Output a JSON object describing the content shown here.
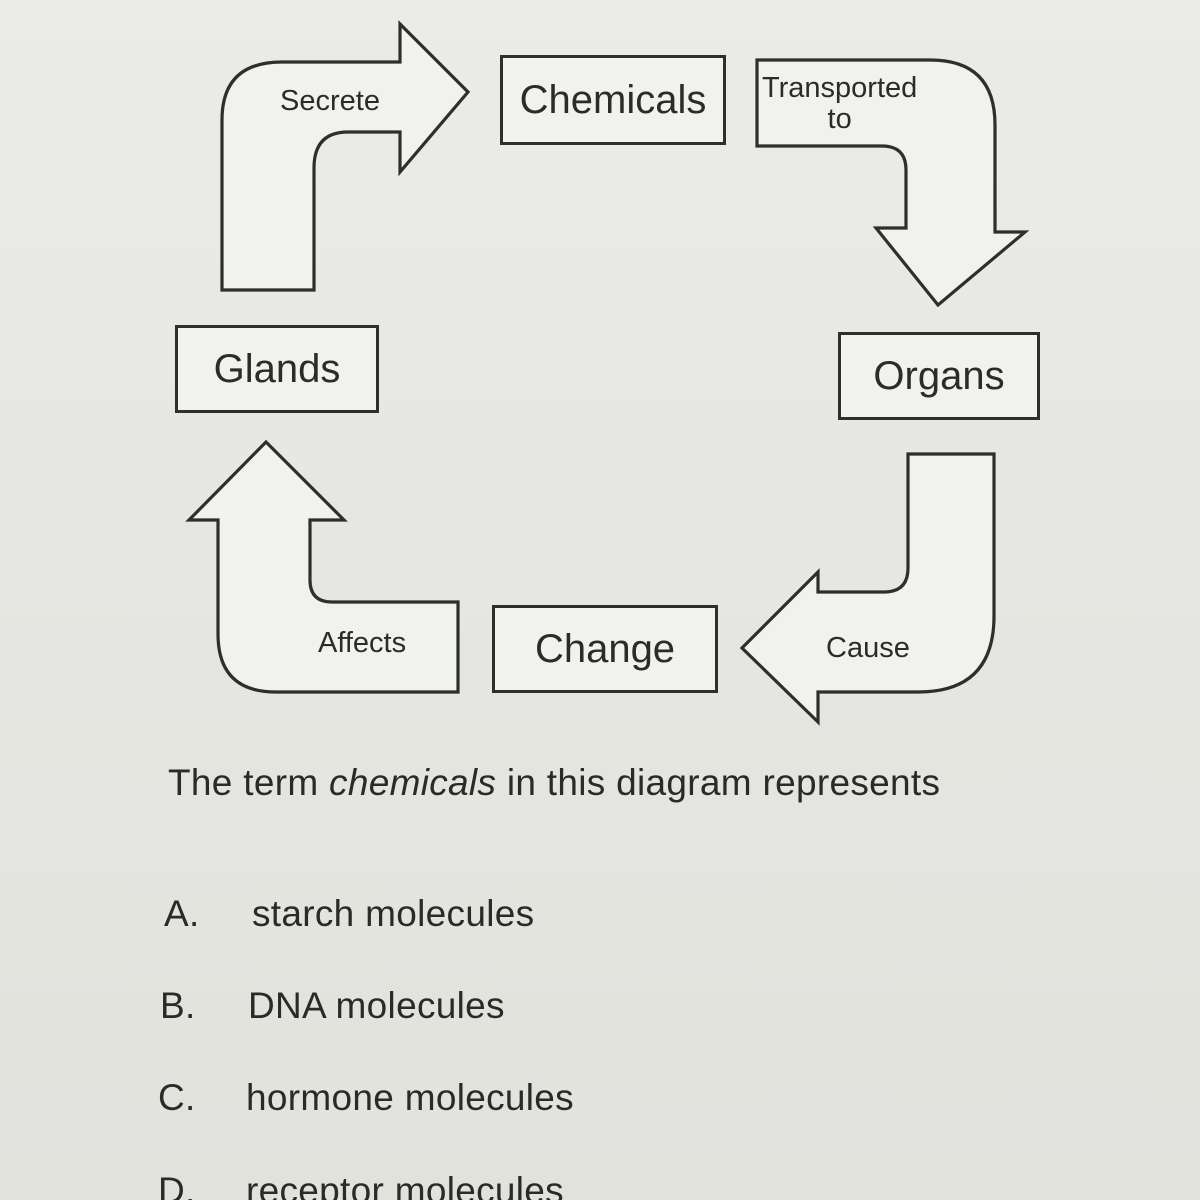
{
  "diagram": {
    "boxes": {
      "chemicals": "Chemicals",
      "glands": "Glands",
      "organs": "Organs",
      "change": "Change"
    },
    "arrows": {
      "secrete": "Secrete",
      "transported_line1": "Transported",
      "transported_line2": "to",
      "cause": "Cause",
      "affects": "Affects"
    }
  },
  "question": {
    "before": "The term ",
    "term": "chemicals",
    "after": " in this diagram represents"
  },
  "choices": [
    {
      "letter": "A.",
      "text": "starch molecules"
    },
    {
      "letter": "B.",
      "text": "DNA molecules"
    },
    {
      "letter": "C.",
      "text": "hormone molecules"
    },
    {
      "letter": "D.",
      "text": "receptor molecules"
    }
  ]
}
